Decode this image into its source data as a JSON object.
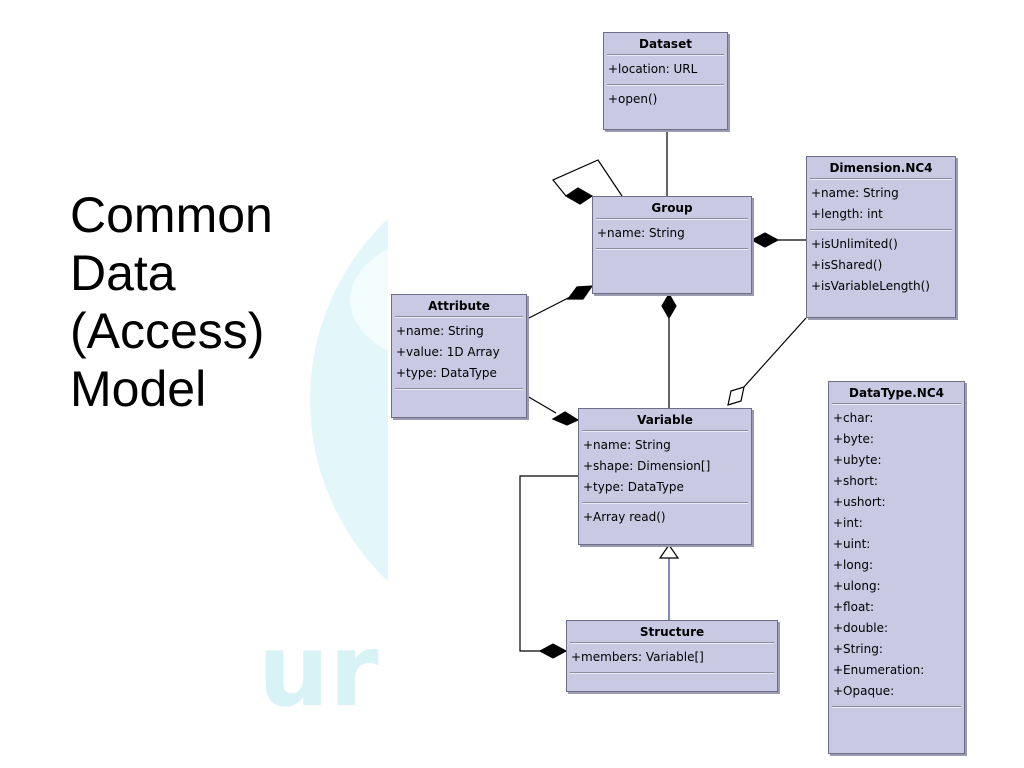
{
  "slide": {
    "title_lines": [
      "Common",
      "Data",
      "(Access)",
      "Model"
    ],
    "watermark_text": "ur"
  },
  "classes": {
    "dataset": {
      "name": "Dataset",
      "attributes": [
        "+location: URL"
      ],
      "operations": [
        "+open()"
      ]
    },
    "group": {
      "name": "Group",
      "attributes": [
        "+name: String"
      ],
      "operations": []
    },
    "dimension": {
      "name": "Dimension.NC4",
      "attributes": [
        "+name: String",
        "+length: int"
      ],
      "operations": [
        "+isUnlimited()",
        "+isShared()",
        "+isVariableLength()"
      ]
    },
    "attribute": {
      "name": "Attribute",
      "attributes": [
        "+name: String",
        "+value: 1D Array",
        "+type: DataType"
      ],
      "operations": []
    },
    "variable": {
      "name": "Variable",
      "attributes": [
        "+name: String",
        "+shape: Dimension[]",
        "+type: DataType"
      ],
      "operations": [
        "+Array read()"
      ]
    },
    "structure": {
      "name": "Structure",
      "attributes": [
        "+members: Variable[]"
      ],
      "operations": []
    },
    "datatype": {
      "name": "DataType.NC4",
      "attributes": [
        "+char:",
        "+byte:",
        "+ubyte:",
        "+short:",
        "+ushort:",
        "+int:",
        "+uint:",
        "+long:",
        "+ulong:",
        "+float:",
        "+double:",
        "+String:",
        "+Enumeration:",
        "+Opaque:"
      ],
      "operations": []
    }
  },
  "colors": {
    "class_fill": "#c9c9e4",
    "line": "#000000",
    "inheritance_line": "#2b3a8f",
    "watermark": "#dff6f9"
  }
}
